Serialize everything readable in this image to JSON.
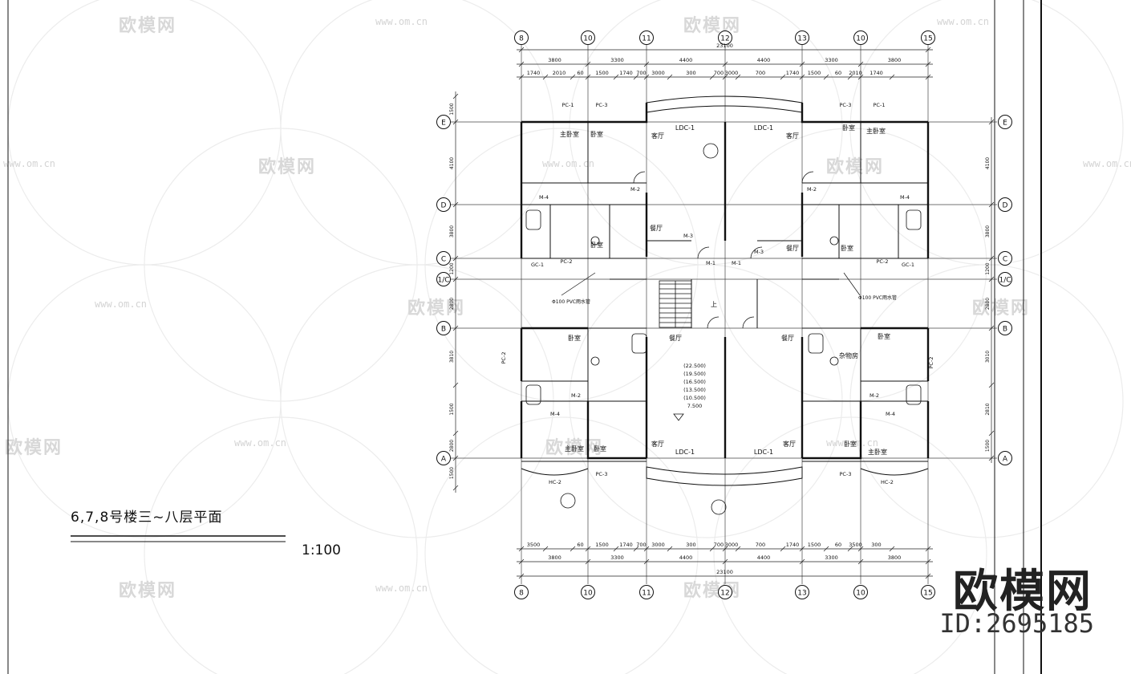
{
  "drawing": {
    "title": "6,7,8号楼三~八层平面",
    "scale": "1:100",
    "overall_dim": "23100"
  },
  "watermark": {
    "brand": "欧模网",
    "url": "www.om.cn",
    "id": "ID:2695185"
  },
  "axes": {
    "columns": [
      "8",
      "10",
      "11",
      "12",
      "13",
      "10",
      "15"
    ],
    "rows": [
      "E",
      "D",
      "C",
      "1/C",
      "B",
      "A"
    ]
  },
  "dims": {
    "top": [
      "3800",
      "3300",
      "4400",
      "4400",
      "3300",
      "3800"
    ],
    "bottom": [
      "3800",
      "3300",
      "4400",
      "4400",
      "3300",
      "3800"
    ],
    "left": [
      "4100",
      "3800",
      "1200",
      "2800",
      "3810",
      "2800",
      "1500"
    ],
    "right": [
      "4100",
      "3800",
      "1200",
      "2800",
      "3010",
      "2810",
      "1500"
    ]
  },
  "rooms": [
    {
      "t": "主卧室"
    },
    {
      "t": "卧室"
    },
    {
      "t": "客厅"
    },
    {
      "t": "LDC-1"
    },
    {
      "t": "LDC-1"
    },
    {
      "t": "客厅"
    },
    {
      "t": "卧室"
    },
    {
      "t": "主卧室"
    },
    {
      "t": "餐厅"
    },
    {
      "t": "餐厅"
    },
    {
      "t": "卧室"
    },
    {
      "t": "卧室"
    },
    {
      "t": "餐厅"
    },
    {
      "t": "餐厅"
    },
    {
      "t": "卧室"
    },
    {
      "t": "卧室"
    },
    {
      "t": "主卧室"
    },
    {
      "t": "卧室"
    },
    {
      "t": "客厅"
    },
    {
      "t": "LDC-1"
    },
    {
      "t": "LDC-1"
    },
    {
      "t": "客厅"
    },
    {
      "t": "卧室"
    },
    {
      "t": "主卧室"
    },
    {
      "t": "杂物房"
    }
  ],
  "labels": [
    "PC-1",
    "PC-3",
    "PC-3",
    "PC-1",
    "M-4",
    "M-2",
    "M-4",
    "M-2",
    "GC-1",
    "GC-1",
    "PC-2",
    "PC-2",
    "M-1",
    "M-1",
    "M-3",
    "M-3",
    "PC-2",
    "PC-2",
    "M-2",
    "M-2",
    "M-4",
    "M-4",
    "PC-3",
    "PC-3",
    "HC-2",
    "HC-2"
  ],
  "notes": {
    "pipe_left": "Φ100 PVC雨水管",
    "pipe_right": "Φ100 PVC雨水管",
    "elevations": [
      "(22.500)",
      "(19.500)",
      "(16.500)",
      "(13.500)",
      "(10.500)",
      "7.500"
    ],
    "stair_up": "上"
  }
}
